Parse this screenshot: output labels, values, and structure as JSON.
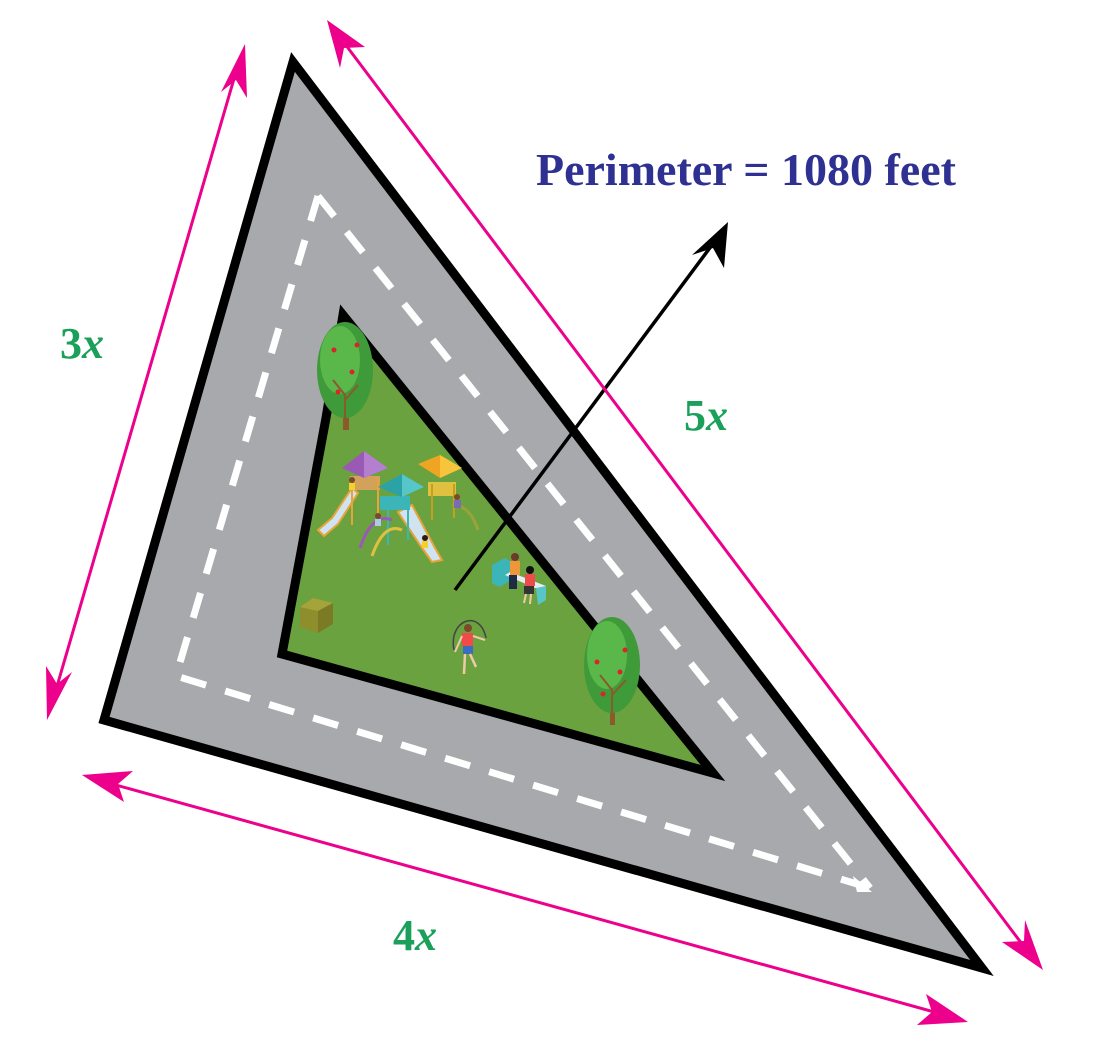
{
  "title": "Perimeter = 1080 feet",
  "perimeter": {
    "label": "Perimeter",
    "equals": "=",
    "value": "1080",
    "unit": "feet",
    "text": "Perimeter = 1080 feet"
  },
  "sides": [
    {
      "name": "left",
      "coefficient": "3",
      "variable": "x",
      "text": "3x"
    },
    {
      "name": "right",
      "coefficient": "5",
      "variable": "x",
      "text": "5x"
    },
    {
      "name": "bottom",
      "coefficient": "4",
      "variable": "x",
      "text": "4x"
    }
  ],
  "colors": {
    "road": "#a7a9ac",
    "road_edge": "#000000",
    "lane_marking": "#ffffff",
    "grass": "#6aa23f",
    "dimension_arrow": "#ec008c",
    "side_label": "#1aa05a",
    "perimeter_text": "#2e3192",
    "pointer_arrow": "#000000"
  },
  "park_elements": [
    "tree",
    "playground",
    "bench-with-couple",
    "jump-rope-child",
    "tree",
    "shrub-box"
  ]
}
